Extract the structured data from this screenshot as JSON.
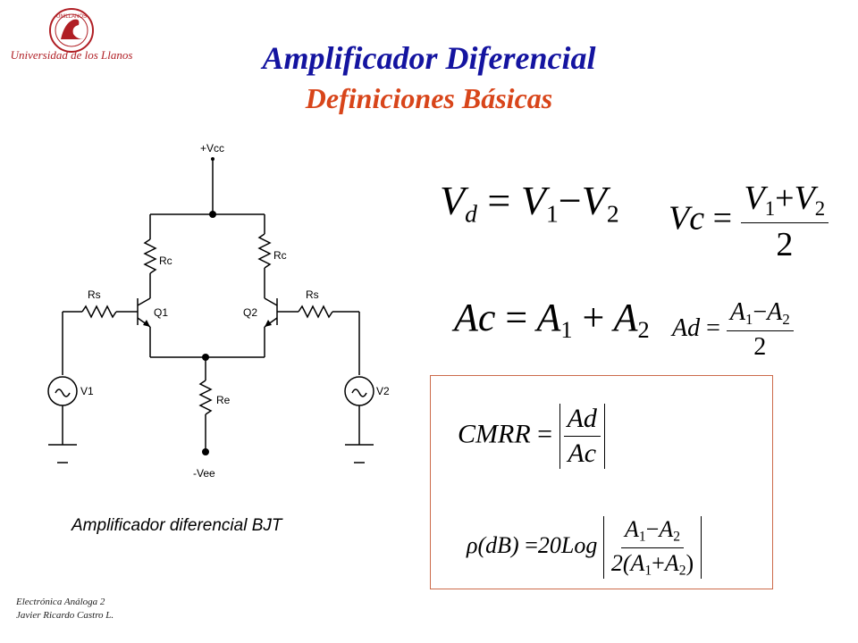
{
  "header": {
    "title": "Amplificador Diferencial",
    "subtitle": "Definiciones Básicas",
    "logo_text": "Universidad de los Llanos",
    "logo_badge": "UNILLANOS"
  },
  "circuit": {
    "vcc": "+Vcc",
    "vee": "-Vee",
    "rc_left": "Rc",
    "rc_right": "Rc",
    "rs_left": "Rs",
    "rs_right": "Rs",
    "q1": "Q1",
    "q2": "Q2",
    "re": "Re",
    "v1": "V1",
    "v2": "V2",
    "caption": "Amplificador diferencial BJT"
  },
  "equations": {
    "vd": {
      "lhs": "V",
      "lhs_sub": "d",
      "eq": "=",
      "a": "V",
      "a_sub": "1",
      "op": "−",
      "b": "V",
      "b_sub": "2"
    },
    "vc": {
      "lhs": "Vc",
      "eq": "=",
      "num_a": "V",
      "num_a_sub": "1",
      "num_op": "+",
      "num_b": "V",
      "num_b_sub": "2",
      "den": "2"
    },
    "ac": {
      "lhs": "Ac",
      "eq": "=",
      "a": "A",
      "a_sub": "1",
      "op": "+",
      "b": "A",
      "b_sub": "2"
    },
    "ad": {
      "lhs": "Ad",
      "eq": "=",
      "num_a": "A",
      "num_a_sub": "1",
      "num_op": "−",
      "num_b": "A",
      "num_b_sub": "2",
      "den": "2"
    },
    "cmrr": {
      "lhs": "CMRR",
      "eq": "=",
      "num": "Ad",
      "den": "Ac"
    },
    "rho": {
      "lhs": "ρ(dB)",
      "eq": "=",
      "coef": "20Log",
      "num_a": "A",
      "num_a_sub": "1",
      "num_op": "−",
      "num_b": "A",
      "num_b_sub": "2",
      "den_pre": "2(A",
      "den_a_sub": "1",
      "den_op": "+",
      "den_b": "A",
      "den_b_sub": "2",
      "den_post": ")"
    }
  },
  "footer": {
    "line1": "Electrónica Análoga 2",
    "line2": "Javier Ricardo Castro L."
  },
  "colors": {
    "title": "#1414a0",
    "subtitle": "#d8451a",
    "logo": "#b01e24",
    "box_border": "#cc6a4a"
  }
}
